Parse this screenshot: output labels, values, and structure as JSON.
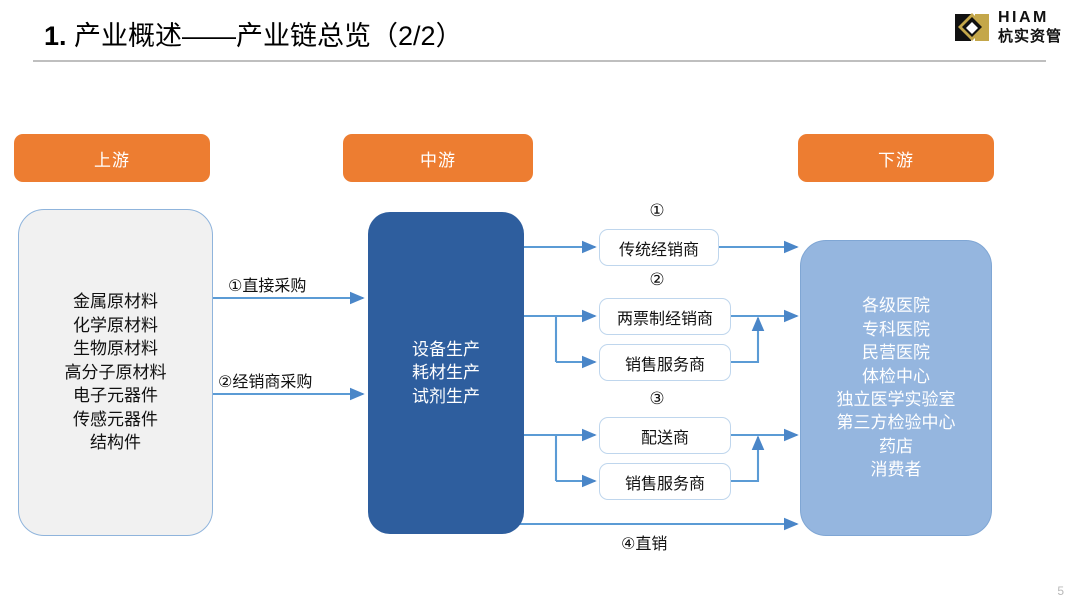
{
  "slide": {
    "title_number": "1.",
    "title_text": " 产业概述——产业链总览（2/2）",
    "page_number": "5"
  },
  "logo": {
    "en": "HIAM",
    "cn": "杭实资管",
    "mark_dark": "#111111",
    "mark_gold": "#C4A74A"
  },
  "colors": {
    "stage_header": "#ED7D31",
    "midstream_fill": "#2E5E9E",
    "downstream_fill": "#95B6DF",
    "upstream_fill": "#F1F1F1",
    "connector": "#5B9BD5",
    "pill_border": "#BFD6ED",
    "rule": "#BFBFBF"
  },
  "stages": {
    "upstream": {
      "header": "上游",
      "items": [
        "金属原材料",
        "化学原材料",
        "生物原材料",
        "高分子原材料",
        "电子元器件",
        "传感元器件",
        "结构件"
      ]
    },
    "midstream": {
      "header": "中游",
      "items": [
        "设备生产",
        "耗材生产",
        "试剂生产"
      ]
    },
    "downstream": {
      "header": "下游",
      "items": [
        "各级医院",
        "专科医院",
        "民营医院",
        "体检中心",
        "独立医学实验室",
        "第三方检验中心",
        "药店",
        "消费者"
      ]
    }
  },
  "procurement_labels": [
    {
      "id": "direct",
      "text": "①直接采购"
    },
    {
      "id": "distributor",
      "text": "②经销商采购"
    }
  ],
  "channel_groups": [
    {
      "marker": "①",
      "boxes": [
        "传统经销商"
      ]
    },
    {
      "marker": "②",
      "boxes": [
        "两票制经销商",
        "销售服务商"
      ]
    },
    {
      "marker": "③",
      "boxes": [
        "配送商",
        "销售服务商"
      ]
    }
  ],
  "direct_sales_label": "④直销"
}
